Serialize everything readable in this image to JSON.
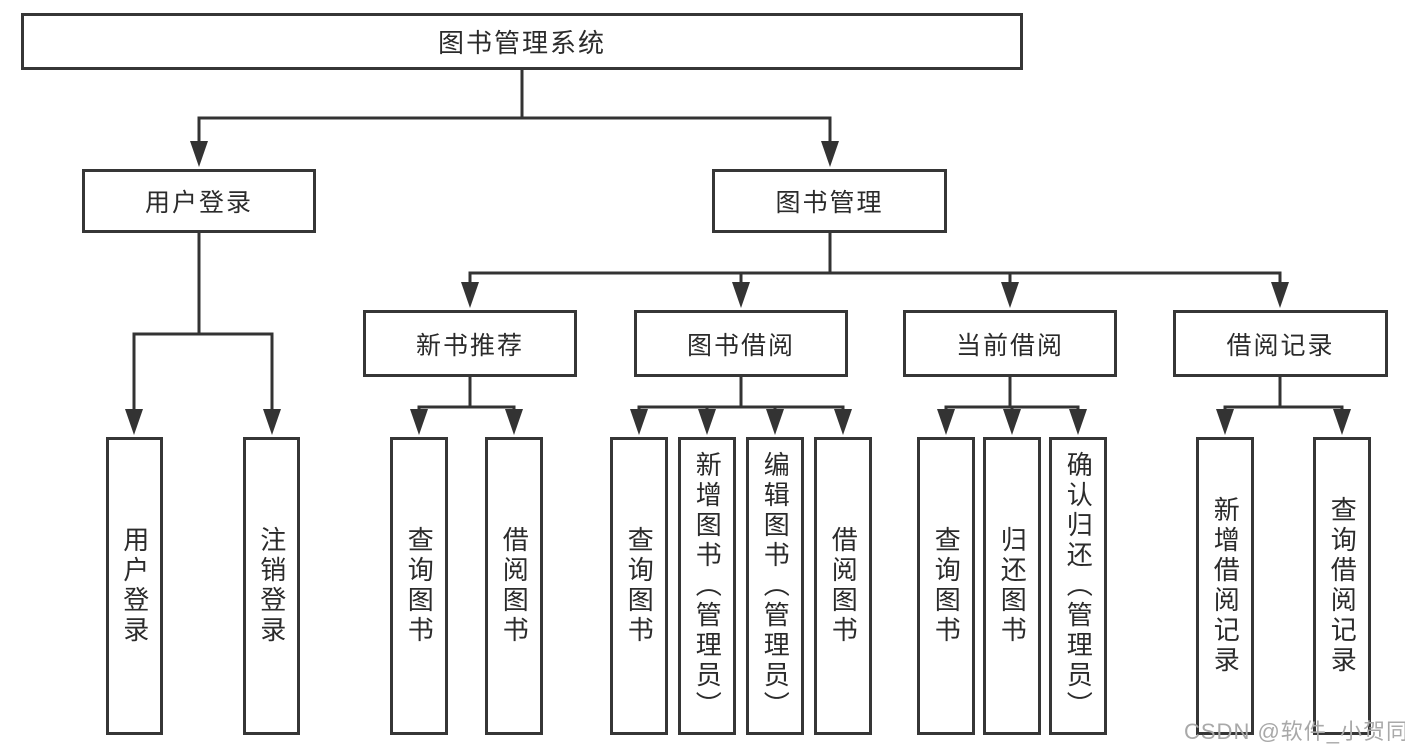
{
  "diagram": {
    "root": {
      "label": "图书管理系统"
    },
    "level2": {
      "user_login": {
        "label": "用户登录"
      },
      "book_mgmt": {
        "label": "图书管理"
      }
    },
    "level3": {
      "new_book_rec": {
        "label": "新书推荐"
      },
      "book_borrow": {
        "label": "图书借阅"
      },
      "current_borrow": {
        "label": "当前借阅"
      },
      "borrow_records": {
        "label": "借阅记录"
      }
    },
    "leaves": {
      "user_login_leaf": {
        "label": "用户登录"
      },
      "logout": {
        "label": "注销登录"
      },
      "nbr_query": {
        "label": "查询图书"
      },
      "nbr_borrow": {
        "label": "借阅图书"
      },
      "bb_query": {
        "label": "查询图书"
      },
      "bb_add": {
        "label": "新增图书（管理员）"
      },
      "bb_edit": {
        "label": "编辑图书（管理员）"
      },
      "bb_borrow": {
        "label": "借阅图书"
      },
      "cb_query": {
        "label": "查询图书"
      },
      "cb_return": {
        "label": "归还图书"
      },
      "cb_confirm": {
        "label": "确认归还（管理员）"
      },
      "br_add": {
        "label": "新增借阅记录"
      },
      "br_query": {
        "label": "查询借阅记录"
      }
    }
  },
  "watermark": {
    "text": "CSDN @软件_小贺同学"
  },
  "colors": {
    "line": "#333333",
    "box_border": "#363636",
    "text": "#2b2b2b",
    "watermark": "#a9a9a9",
    "background": "#ffffff"
  }
}
